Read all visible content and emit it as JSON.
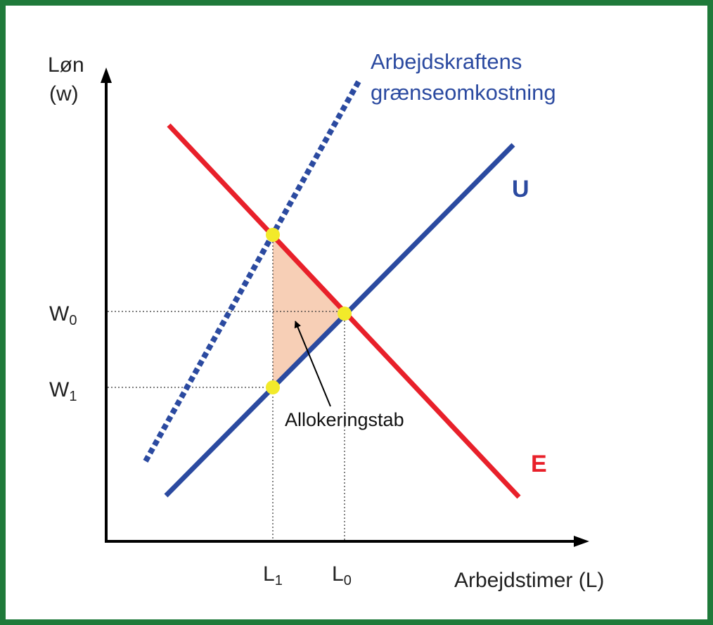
{
  "colors": {
    "frame_border": "#1f7a3a",
    "supply_line": "#2b4aa0",
    "demand_line": "#e8202a",
    "mc_label": "#2b4aa0",
    "loss_area": "#f7cfb6",
    "equilibrium_dot": "#f2ea2a",
    "axis": "#000000"
  },
  "axes": {
    "y_label_line1": "Løn",
    "y_label_line2": "(w)",
    "x_label": "Arbejdstimer (L)"
  },
  "labels": {
    "mc_line1": "Arbejdskraftens",
    "mc_line2": "grænseomkostning",
    "supply": "U",
    "demand": "E",
    "loss_annotation": "Allokeringstab"
  },
  "ticks": {
    "w0_base": "W",
    "w0_sub": "0",
    "w1_base": "W",
    "w1_sub": "1",
    "l1_base": "L",
    "l1_sub": "1",
    "l0_base": "L",
    "l0_sub": "0"
  }
}
